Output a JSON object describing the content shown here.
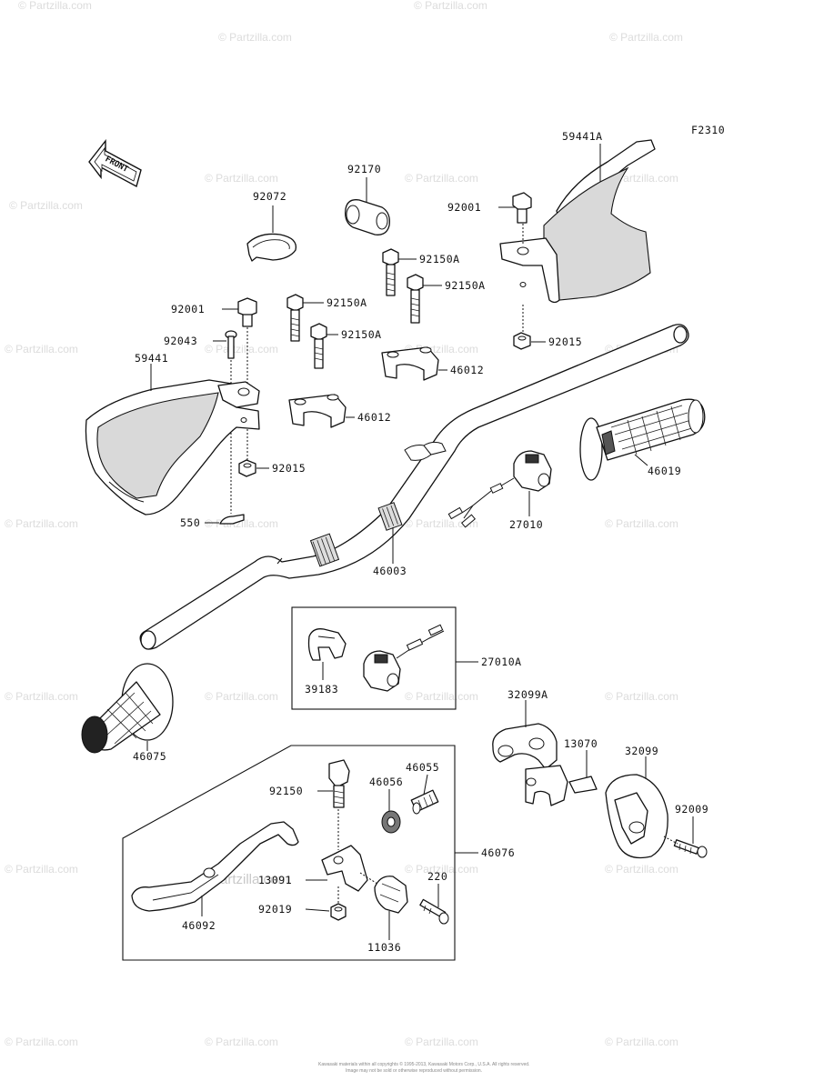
{
  "diagram": {
    "figure_code": "F2310",
    "direction_badge": "FRONT",
    "watermark": "© Partzilla.com",
    "watermark_center": "Partzilla.com",
    "footer_line_1": "Kawasaki materials within all copyrights © 1995-2013, Kawasaki Motors Corp., U.S.A. All rights reserved.",
    "footer_line_2": "Image may not be sold or otherwise reproduced without permission.",
    "labels": {
      "p59441A": "59441A",
      "p92170": "92170",
      "p92072": "92072",
      "p92001_right": "92001",
      "p92150A_1": "92150A",
      "p92150A_2": "92150A",
      "p92150A_3": "92150A",
      "p92150A_4": "92150A",
      "p92001_left": "92001",
      "p92043": "92043",
      "p59441": "59441",
      "p92015_right": "92015",
      "p46012_1": "46012",
      "p46012_2": "46012",
      "p92015_left": "92015",
      "p46019": "46019",
      "p550": "550",
      "p27010": "27010",
      "p46003": "46003",
      "p27010A": "27010A",
      "p39183": "39183",
      "p32099A": "32099A",
      "p13070": "13070",
      "p32099": "32099",
      "p46075": "46075",
      "p46055": "46055",
      "p46056": "46056",
      "p92150": "92150",
      "p46076": "46076",
      "p92009": "92009",
      "p220": "220",
      "p13091": "13091",
      "p92019": "92019",
      "p46092": "46092",
      "p11036": "11036"
    }
  }
}
